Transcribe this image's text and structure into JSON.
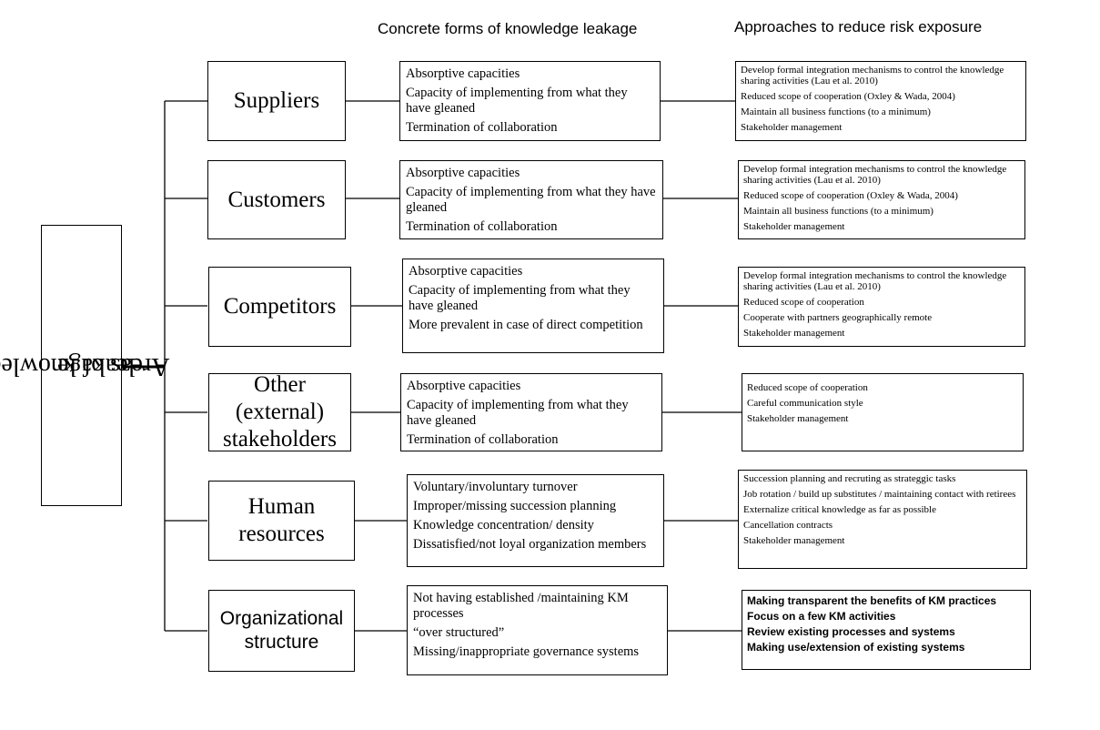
{
  "headers": {
    "forms": "Concrete forms of knowledge leakage",
    "approaches": "Approaches to reduce risk exposure"
  },
  "root": {
    "line1": "Areas of knowledge",
    "line2": "leakage"
  },
  "rows": [
    {
      "category": "Suppliers",
      "forms": [
        "Absorptive capacities",
        "Capacity of implementing from what they have gleaned",
        "Termination of collaboration"
      ],
      "approaches": [
        "Develop formal integration mechanisms to control the knowledge sharing activities (Lau et al. 2010)",
        "Reduced scope of cooperation (Oxley & Wada, 2004)",
        "Maintain all business functions (to a minimum)",
        "Stakeholder management"
      ]
    },
    {
      "category": "Customers",
      "forms": [
        "Absorptive capacities",
        "Capacity of implementing from what they have gleaned",
        "Termination of collaboration"
      ],
      "approaches": [
        "Develop formal integration mechanisms to control the knowledge sharing activities (Lau et al. 2010)",
        "Reduced scope of cooperation (Oxley & Wada, 2004)",
        "Maintain all business functions (to a minimum)",
        "Stakeholder management"
      ]
    },
    {
      "category": "Competitors",
      "forms": [
        "Absorptive capacities",
        "Capacity of implementing from what they have gleaned",
        "More prevalent in case of direct competition"
      ],
      "approaches": [
        "Develop formal integration mechanisms to control the knowledge sharing activities (Lau et al. 2010)",
        "Reduced scope of cooperation",
        "Cooperate with partners geographically remote",
        "Stakeholder management"
      ]
    },
    {
      "category": "Other\n(external)\nstakeholders",
      "forms": [
        "Absorptive capacities",
        "Capacity of implementing from what they have gleaned",
        "Termination of collaboration"
      ],
      "approaches": [
        "Reduced scope of cooperation",
        "Careful communication style",
        "Stakeholder management"
      ]
    },
    {
      "category": "Human\nresources",
      "forms": [
        "Voluntary/involuntary turnover",
        "Improper/missing succession planning",
        "Knowledge concentration/ density",
        "Dissatisfied/not loyal organization members"
      ],
      "approaches": [
        "Succession planning and recruting as strateggic tasks",
        "Job rotation / build up substitutes / maintaining contact with retirees",
        "Externalize critical knowledge as far as possible",
        "Cancellation contracts",
        "Stakeholder management"
      ]
    },
    {
      "category": "Organizational\nstructure",
      "forms": [
        "Not having established /maintaining KM processes",
        "“over structured”",
        "Missing/inappropriate governance systems"
      ],
      "approaches": [
        "Making transparent the benefits of KM practices",
        "Focus on a few KM activities",
        "Review existing processes and systems",
        "Making use/extension of existing systems"
      ]
    }
  ]
}
